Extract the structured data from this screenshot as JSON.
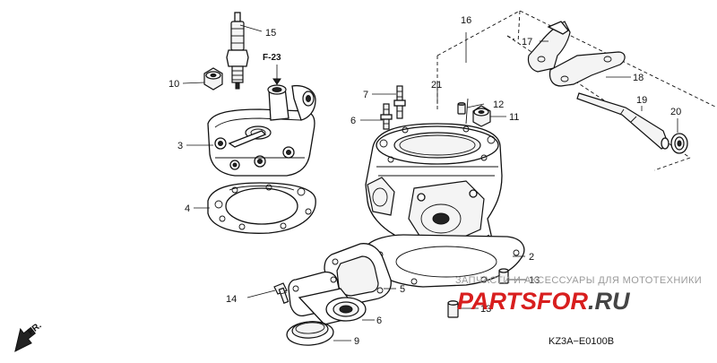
{
  "callouts": {
    "c2": "2",
    "c3": "3",
    "c4": "4",
    "c5": "5",
    "c6a": "6",
    "c6b": "6",
    "c7": "7",
    "c9": "9",
    "c10": "10",
    "c11": "11",
    "c12": "12",
    "c13a": "13",
    "c13b": "13",
    "c14": "14",
    "c15": "15",
    "c16": "16",
    "c17": "17",
    "c18": "18",
    "c19": "19",
    "c20": "20",
    "c21": "21"
  },
  "reference_label": "F-23",
  "front_label": "FR.",
  "diagram_code": "KZ3A−E0100B",
  "watermark": {
    "caption": "ЗАПЧАСТИ И АКСЕССУАРЫ ДЛЯ МОТОТЕХНИКИ",
    "logo_left": "PARTS",
    "logo_mid": "FOR",
    "logo_right": ".RU"
  },
  "colors": {
    "ink": "#111111",
    "logo_red": "#d81e1e",
    "watermark_grey": "#9a9a9a"
  }
}
